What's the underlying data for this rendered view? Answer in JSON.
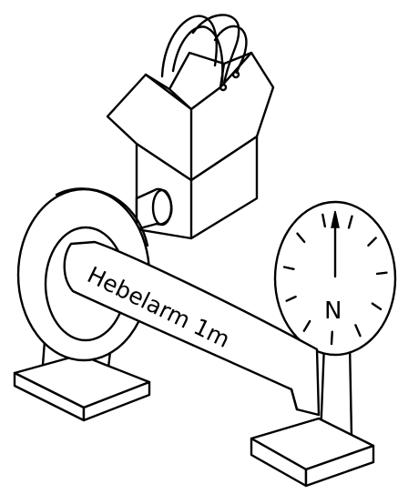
{
  "lever_label": "Hebelarm 1m",
  "gauge_unit": "N",
  "gauge_ticks": 11,
  "colors": {
    "ink": "#000000",
    "paper": "#ffffff"
  }
}
